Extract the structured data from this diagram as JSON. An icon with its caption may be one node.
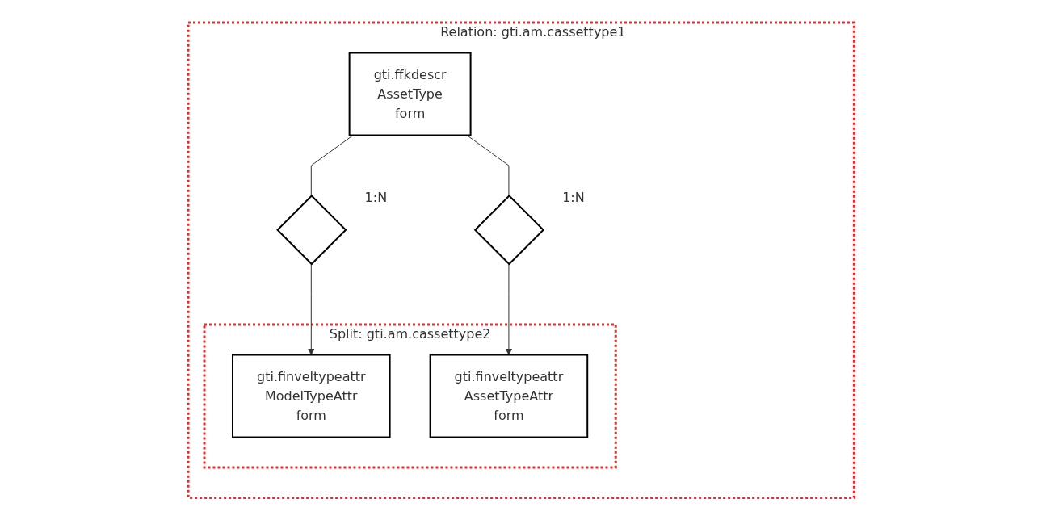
{
  "diagram": {
    "nodes": [
      {
        "text": [
          "Relation: gti.am.cassettype1"
        ]
      },
      {
        "text": [
          "gti.ffkdescr",
          "AssetType",
          "form"
        ],
        "in": 0
      },
      {
        "text": [],
        "shape": "diamond",
        "beside": [
          "1:N"
        ],
        "in": 0
      },
      {
        "text": [],
        "shape": "diamond",
        "beside": [
          "1:N"
        ],
        "in": 0
      },
      {
        "text": [
          "Split: gti.am.cassettype2"
        ],
        "in": 0
      },
      {
        "text": [
          "gti.finveltypeattr",
          "ModelTypeAttr",
          "form"
        ],
        "in": 4
      },
      {
        "text": [
          "gti.finveltypeattr",
          "AssetTypeAttr",
          "form"
        ],
        "in": 4
      }
    ],
    "edges": [
      {
        "from": 1,
        "to": 2,
        "arrow": "none"
      },
      {
        "from": 1,
        "to": 3,
        "arrow": "none"
      },
      {
        "from": 2,
        "to": 5,
        "arrow": "to"
      },
      {
        "from": 3,
        "to": 6,
        "arrow": "to"
      }
    ]
  }
}
